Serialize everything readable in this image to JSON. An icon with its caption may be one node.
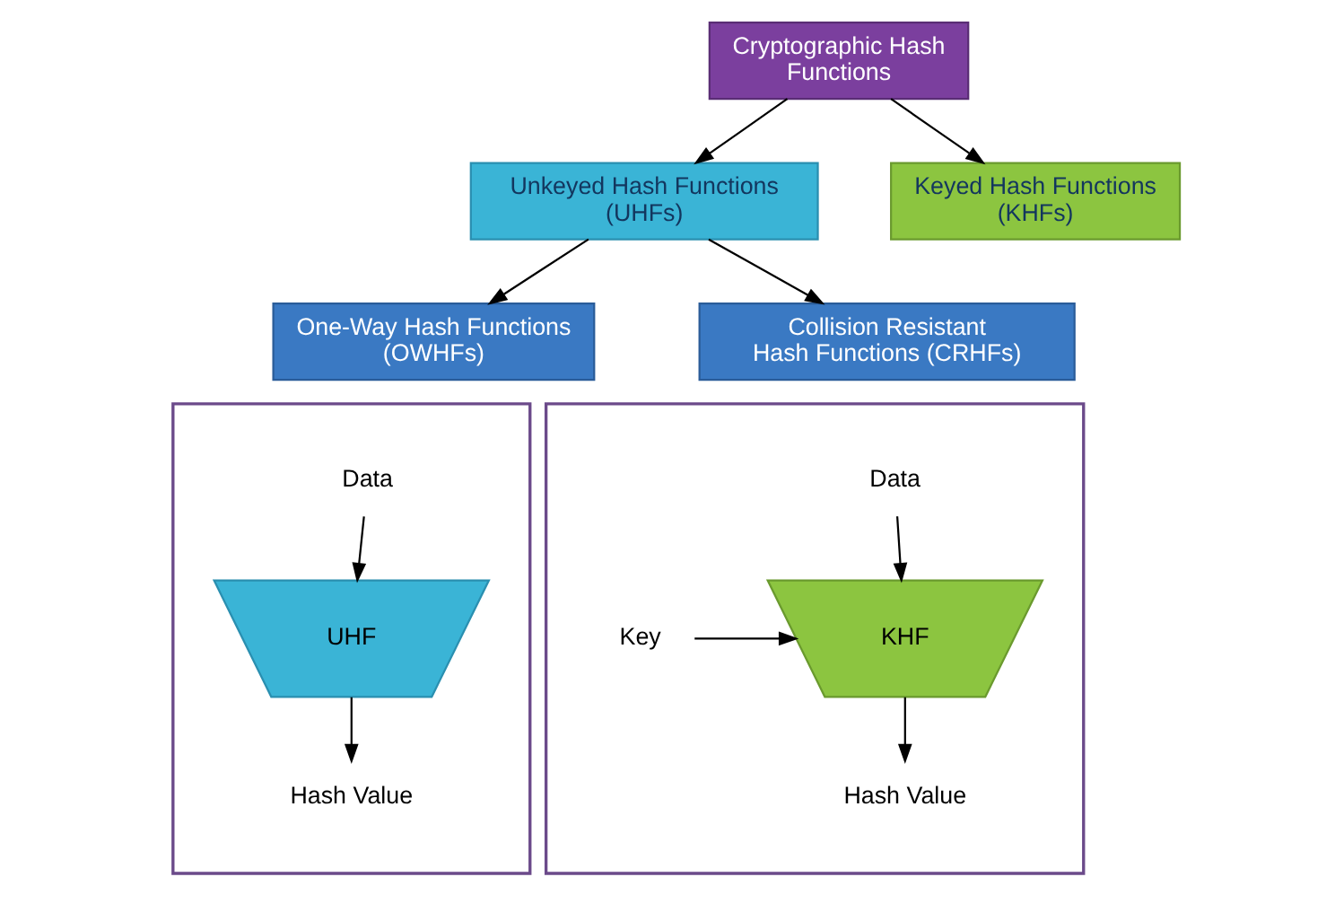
{
  "diagram": {
    "nodes": [
      {
        "text": [
          "Cryptographic Hash Functions"
        ]
      },
      {
        "text": [
          "Unkeyed Hash Functions (UHFs)"
        ]
      },
      {
        "text": [
          "Keyed Hash Functions (KHFs)"
        ]
      },
      {
        "text": [
          "One-Way Hash Functions (OWHFs)"
        ]
      },
      {
        "text": [
          "Collision Resistant Hash Functions (CRHFs)"
        ]
      },
      {
        "text": [],
        "shape": "box"
      },
      {
        "text": [
          "Data"
        ],
        "in": 5
      },
      {
        "text": [
          "UHF"
        ],
        "in": 5
      },
      {
        "text": [
          "Hash Value"
        ],
        "in": 5
      },
      {
        "text": [],
        "shape": "box"
      },
      {
        "text": [
          "Data"
        ],
        "in": 9
      },
      {
        "text": [
          "Key"
        ],
        "in": 9
      },
      {
        "text": [
          "KHF"
        ],
        "in": 9
      },
      {
        "text": [
          "Hash Value"
        ],
        "in": 9
      }
    ],
    "edges": [
      {
        "from": 0,
        "to": 1,
        "arrow": "to"
      },
      {
        "from": 0,
        "to": 2,
        "arrow": "to"
      },
      {
        "from": 1,
        "to": 3,
        "arrow": "to"
      },
      {
        "from": 1,
        "to": 4,
        "arrow": "to"
      },
      {
        "from": 6,
        "to": 7,
        "arrow": "to"
      },
      {
        "from": 7,
        "to": 8,
        "arrow": "to"
      },
      {
        "from": 10,
        "to": 12,
        "arrow": "to"
      },
      {
        "from": 11,
        "to": 12,
        "arrow": "to"
      },
      {
        "from": 12,
        "to": 13,
        "arrow": "to"
      }
    ]
  }
}
